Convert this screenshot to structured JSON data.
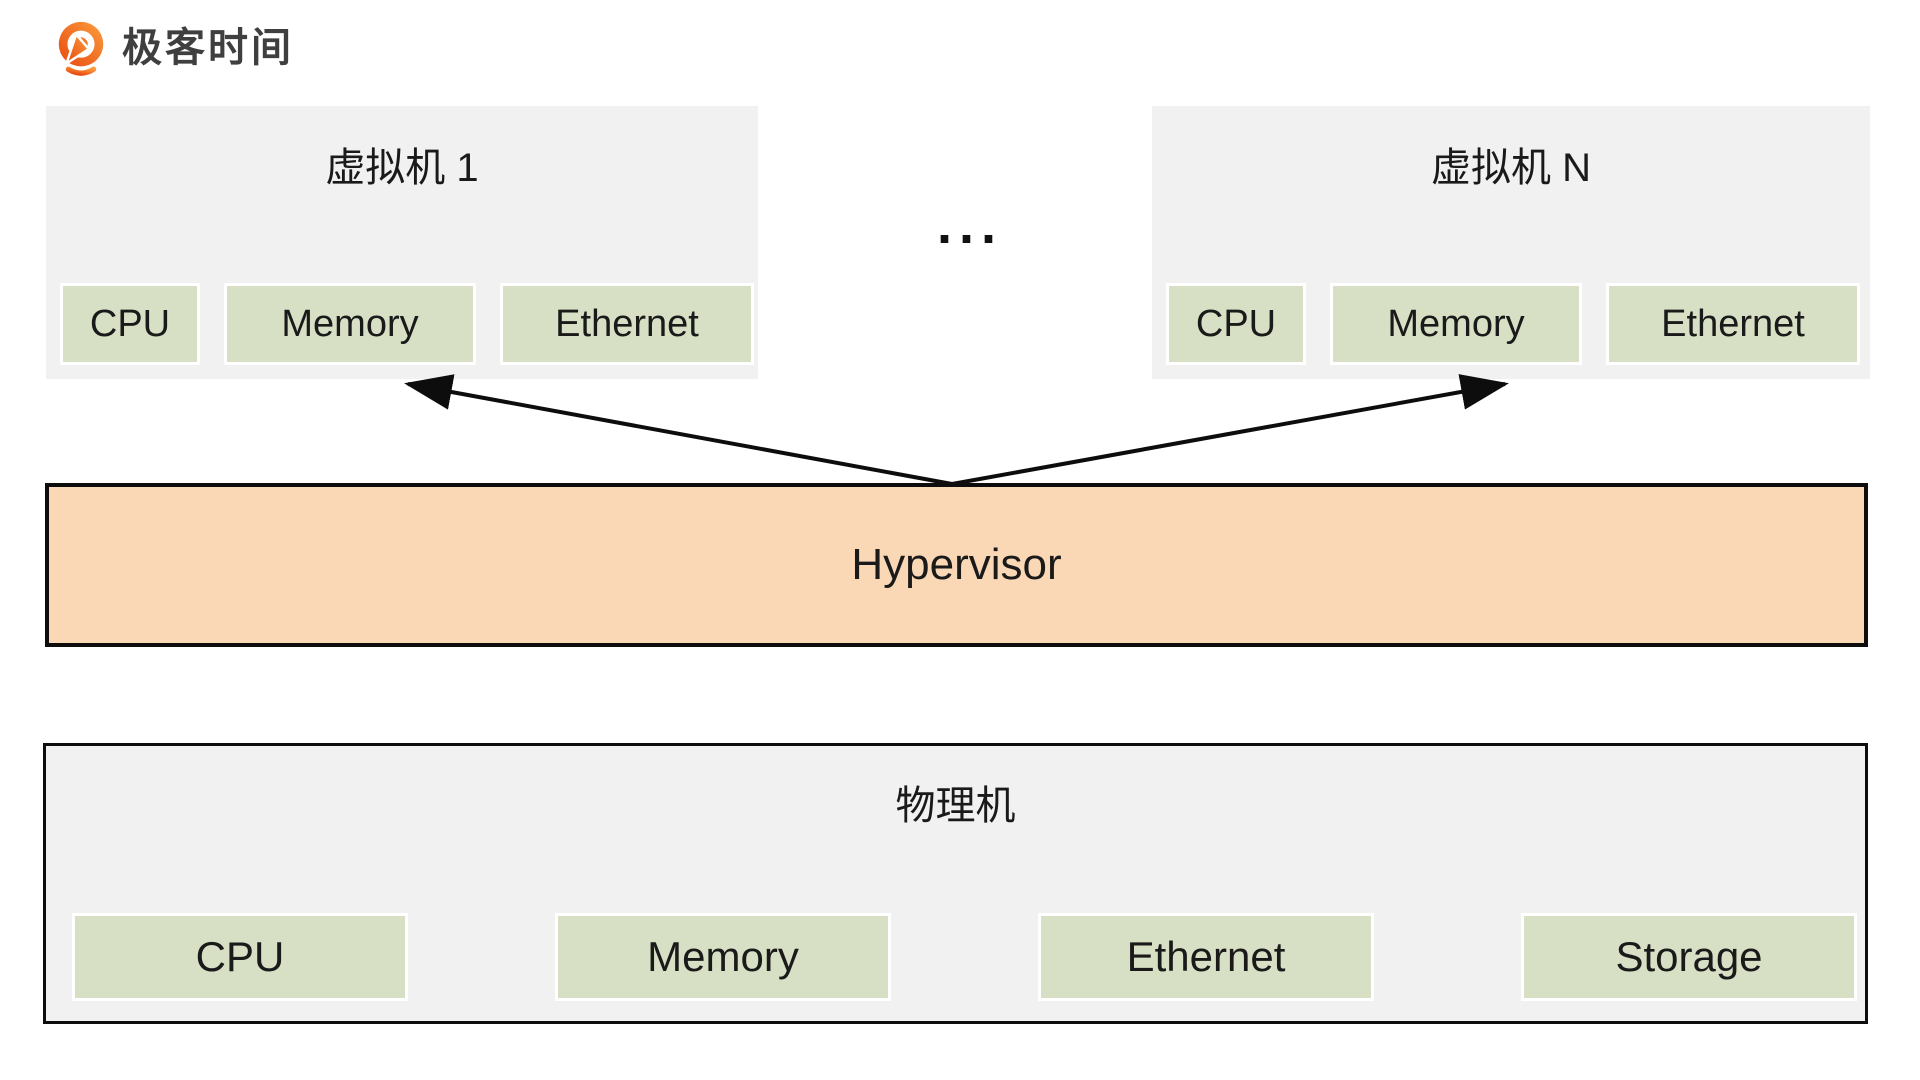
{
  "brand": {
    "name": "极客时间"
  },
  "diagram": {
    "vm1": {
      "title": "虚拟机 1",
      "components": [
        "CPU",
        "Memory",
        "Ethernet"
      ]
    },
    "vmN": {
      "title": "虚拟机 N",
      "components": [
        "CPU",
        "Memory",
        "Ethernet"
      ]
    },
    "ellipsis": "...",
    "hypervisor": {
      "label": "Hypervisor"
    },
    "physical": {
      "title": "物理机",
      "components": [
        "CPU",
        "Memory",
        "Ethernet",
        "Storage"
      ]
    }
  },
  "colors": {
    "vm_box_bg": "#f1f1f1",
    "component_bg": "#d7e0c4",
    "component_border": "#ffffff",
    "hypervisor_bg": "#fad8b6",
    "outline_black": "#0d0d0d",
    "logo_orange_dark": "#e8490f",
    "logo_orange_light": "#fb9d3e",
    "text": "#1a1a1a"
  }
}
